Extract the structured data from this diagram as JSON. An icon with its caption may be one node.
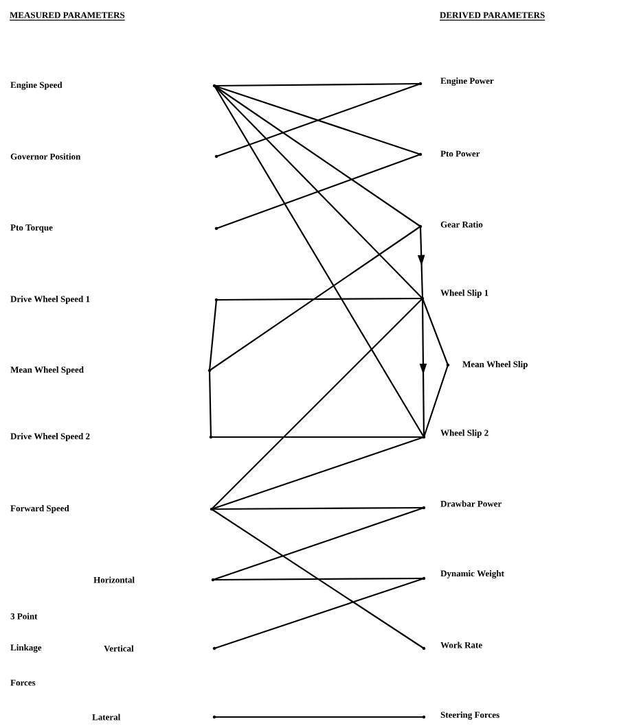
{
  "diagram": {
    "nodes": [
      {
        "text": [],
        "shape": "circle"
      },
      {
        "text": [],
        "shape": "circle"
      },
      {
        "text": [],
        "shape": "circle"
      },
      {
        "text": [],
        "shape": "circle"
      },
      {
        "text": [],
        "shape": "circle"
      },
      {
        "text": [],
        "shape": "circle"
      },
      {
        "text": [],
        "shape": "circle"
      },
      {
        "text": [],
        "shape": "circle"
      },
      {
        "text": [],
        "shape": "circle"
      },
      {
        "text": [],
        "shape": "circle"
      },
      {
        "text": [],
        "shape": "circle",
        "beside": [
          "Engine Power"
        ]
      },
      {
        "text": [],
        "shape": "circle",
        "beside": [
          "Pto Power"
        ]
      },
      {
        "text": [],
        "shape": "circle",
        "beside": [
          "Gear Ratio"
        ]
      },
      {
        "text": [],
        "shape": "circle",
        "beside": [
          "Wheel Slip 1"
        ]
      },
      {
        "text": [],
        "shape": "circle",
        "beside": [
          "Mean Wheel Slip"
        ]
      },
      {
        "text": [],
        "shape": "circle",
        "beside": [
          "Wheel Slip 2"
        ]
      },
      {
        "text": [],
        "shape": "circle",
        "beside": [
          "Drawbar Power"
        ]
      },
      {
        "text": [],
        "shape": "circle",
        "beside": [
          "Dynamic Weight"
        ]
      },
      {
        "text": [],
        "shape": "circle",
        "beside": [
          "Work Rate"
        ]
      },
      {
        "text": [],
        "shape": "circle",
        "beside": [
          "Steering Forces"
        ]
      }
    ],
    "edges": [
      {
        "from": 0,
        "to": 10,
        "arrow": "none"
      },
      {
        "from": 0,
        "to": 11,
        "arrow": "none"
      },
      {
        "from": 0,
        "to": 12,
        "arrow": "none"
      },
      {
        "from": 0,
        "to": 13,
        "arrow": "none"
      },
      {
        "from": 0,
        "to": 15,
        "arrow": "none"
      },
      {
        "from": 1,
        "to": 10,
        "arrow": "none"
      },
      {
        "from": 2,
        "to": 11,
        "arrow": "none"
      },
      {
        "from": 12,
        "to": 13,
        "arrow": "to"
      },
      {
        "from": 4,
        "to": 12,
        "arrow": "none"
      },
      {
        "from": 3,
        "to": 13,
        "arrow": "none"
      },
      {
        "from": 4,
        "to": 3,
        "arrow": "none"
      },
      {
        "from": 4,
        "to": 5,
        "arrow": "none"
      },
      {
        "from": 5,
        "to": 15,
        "arrow": "none"
      },
      {
        "from": 13,
        "to": 15,
        "arrow": "to"
      },
      {
        "from": 13,
        "to": 14,
        "arrow": "none"
      },
      {
        "from": 15,
        "to": 14,
        "arrow": "none"
      },
      {
        "from": 6,
        "to": 13,
        "arrow": "none"
      },
      {
        "from": 6,
        "to": 15,
        "arrow": "none"
      },
      {
        "from": 6,
        "to": 16,
        "arrow": "none"
      },
      {
        "from": 6,
        "to": 18,
        "arrow": "none"
      },
      {
        "from": 7,
        "to": 16,
        "arrow": "none"
      },
      {
        "from": 7,
        "to": 17,
        "arrow": "none"
      },
      {
        "from": 8,
        "to": 17,
        "arrow": "none"
      },
      {
        "from": 9,
        "to": 19,
        "arrow": "none"
      }
    ],
    "labels": [
      "MEASURED PARAMETERS",
      "DERIVED PARAMETERS",
      "Engine Speed",
      "Governor Position",
      "Pto Torque",
      "Drive Wheel Speed 1",
      "Mean Wheel Speed",
      "Drive Wheel Speed 2",
      "Forward Speed",
      "Horizontal",
      "3 Point",
      "Linkage",
      "Vertical",
      "Forces",
      "Lateral"
    ]
  }
}
